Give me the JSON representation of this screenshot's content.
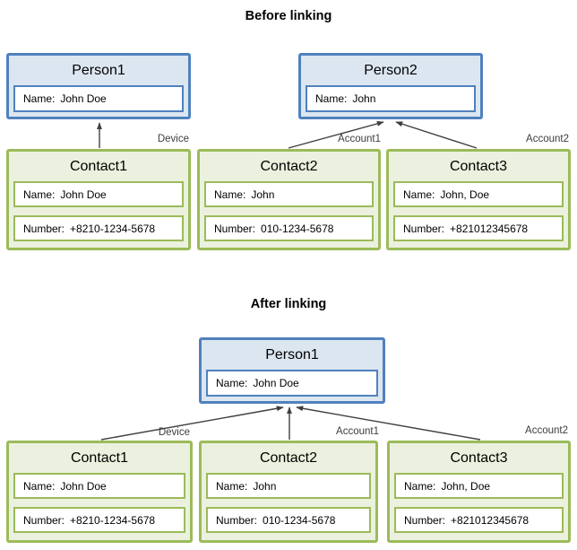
{
  "colors": {
    "person_border": "#4f81bd",
    "person_fill": "#dce6f1",
    "contact_border": "#9bbb59",
    "contact_fill": "#ebf1de",
    "field_fill": "#ffffff",
    "arrow": "#3f3f3f",
    "label_text": "#3d3d3d",
    "text": "#000000"
  },
  "before": {
    "title": "Before linking",
    "persons": [
      {
        "title": "Person1",
        "name_label": "Name:",
        "name_value": "John Doe"
      },
      {
        "title": "Person2",
        "name_label": "Name:",
        "name_value": "John"
      }
    ],
    "contacts": [
      {
        "title": "Contact1",
        "tag": "Device",
        "name_label": "Name:",
        "name_value": "John Doe",
        "number_label": "Number:",
        "number_value": "+8210-1234-5678"
      },
      {
        "title": "Contact2",
        "tag": "Account1",
        "name_label": "Name:",
        "name_value": "John",
        "number_label": "Number:",
        "number_value": "010-1234-5678"
      },
      {
        "title": "Contact3",
        "tag": "Account2",
        "name_label": "Name:",
        "name_value": "John, Doe",
        "number_label": "Number:",
        "number_value": "+821012345678"
      }
    ]
  },
  "after": {
    "title": "After linking",
    "persons": [
      {
        "title": "Person1",
        "name_label": "Name:",
        "name_value": "John Doe"
      }
    ],
    "contacts": [
      {
        "title": "Contact1",
        "tag": "Device",
        "name_label": "Name:",
        "name_value": "John Doe",
        "number_label": "Number:",
        "number_value": "+8210-1234-5678"
      },
      {
        "title": "Contact2",
        "tag": "Account1",
        "name_label": "Name:",
        "name_value": "John",
        "number_label": "Number:",
        "number_value": "010-1234-5678"
      },
      {
        "title": "Contact3",
        "tag": "Account2",
        "name_label": "Name:",
        "name_value": "John, Doe",
        "number_label": "Number:",
        "number_value": "+821012345678"
      }
    ]
  }
}
